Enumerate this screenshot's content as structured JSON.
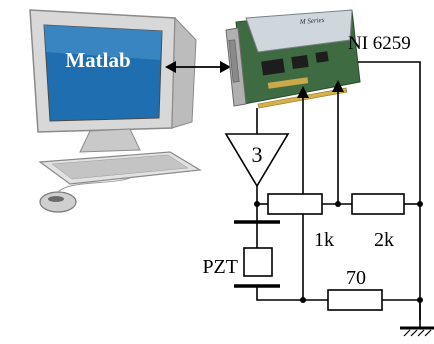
{
  "computer": {
    "screen_label": "Matlab"
  },
  "daq_card": {
    "label": "NI 6259",
    "board_text": "M Series"
  },
  "amplifier": {
    "gain_label": "3"
  },
  "piezo": {
    "label": "PZT"
  },
  "resistors": [
    {
      "id": "r1",
      "label": "1k"
    },
    {
      "id": "r2",
      "label": "2k"
    },
    {
      "id": "r3",
      "label": "70"
    }
  ],
  "colors": {
    "wire": "#000000",
    "monitor_body": "#d9d9d9",
    "monitor_screen": "#1f6fb0",
    "board_green": "#3f6b43",
    "board_silver": "#cfd6dc"
  }
}
